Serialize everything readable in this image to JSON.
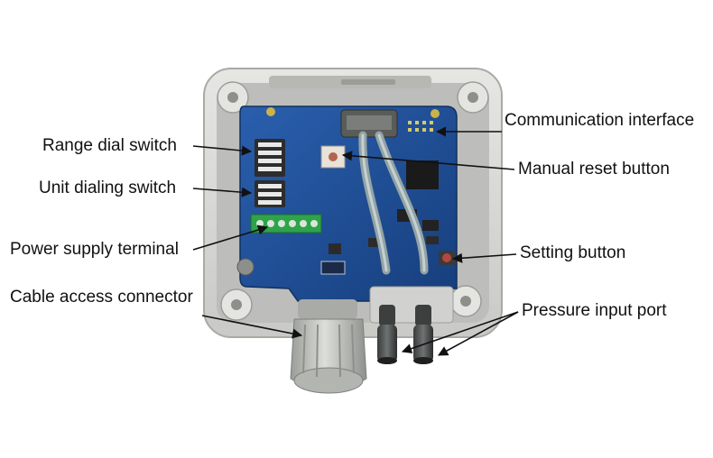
{
  "labels": {
    "range_dial_switch": "Range dial switch",
    "unit_dialing_switch": "Unit dialing switch",
    "power_supply_terminal": "Power supply terminal",
    "cable_access_connector": "Cable access connector",
    "communication_interface": "Communication interface",
    "manual_reset_button": "Manual reset button",
    "setting_button": "Setting button",
    "pressure_input_port": "Pressure input port"
  },
  "colors": {
    "housing": "#d9d9d7",
    "housing_shadow": "#a9aaa6",
    "pcb": "#1f4f9a",
    "pcb_dark": "#173c78",
    "terminal": "#2fa34a",
    "gland": "#bfc1bd",
    "tube": "#9aa7a9",
    "reset_button": "#e8e2d8",
    "setting_button": "#b4473f",
    "leader_line": "#111111"
  }
}
